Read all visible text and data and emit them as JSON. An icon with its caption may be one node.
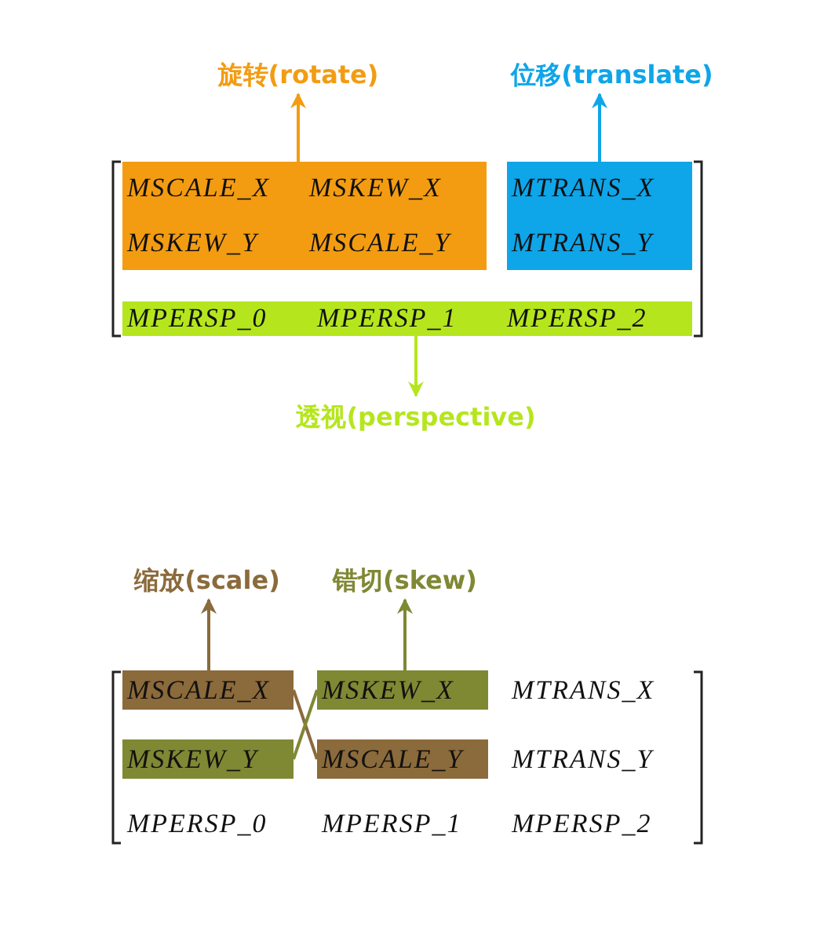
{
  "diagram": {
    "nodes": [
      {
        "text": [
          "旋转(rotate)"
        ]
      },
      {
        "text": [
          "位移(translate)"
        ]
      },
      {
        "text": [
          "MSCALE_X",
          "MSKEW_X",
          "MSKEW_Y",
          "MSCALE_Y"
        ]
      },
      {
        "text": [
          "MTRANS_X",
          "MTRANS_Y"
        ]
      },
      {
        "text": [
          "MPERSP_0",
          "MPERSP_1",
          "MPERSP_2"
        ]
      },
      {
        "text": [
          "透视(perspective)"
        ]
      },
      {
        "text": [
          "缩放(scale)"
        ]
      },
      {
        "text": [
          "错切(skew)"
        ]
      },
      {
        "text": [
          "MSCALE_X"
        ]
      },
      {
        "text": [
          "MSKEW_X"
        ]
      },
      {
        "text": [
          "MSKEW_Y"
        ]
      },
      {
        "text": [
          "MSCALE_Y"
        ]
      }
    ],
    "edges": [
      {
        "from": 2,
        "to": 0,
        "arrow": "to",
        "color": "#f39c12"
      },
      {
        "from": 3,
        "to": 1,
        "arrow": "to",
        "color": "#0ea5e9"
      },
      {
        "from": 4,
        "to": 5,
        "arrow": "to",
        "color": "#b5e61d"
      },
      {
        "from": 8,
        "to": 6,
        "arrow": "to",
        "color": "#8b6a3b"
      },
      {
        "from": 9,
        "to": 7,
        "arrow": "to",
        "color": "#7f8833"
      },
      {
        "from": 8,
        "to": 11,
        "arrow": "none",
        "color": "#8b6a3b"
      },
      {
        "from": 10,
        "to": 9,
        "arrow": "none",
        "color": "#7f8833"
      }
    ],
    "labels": [
      "MTRANS_X",
      "MTRANS_Y",
      "MPERSP_0",
      "MPERSP_1",
      "MPERSP_2"
    ]
  }
}
